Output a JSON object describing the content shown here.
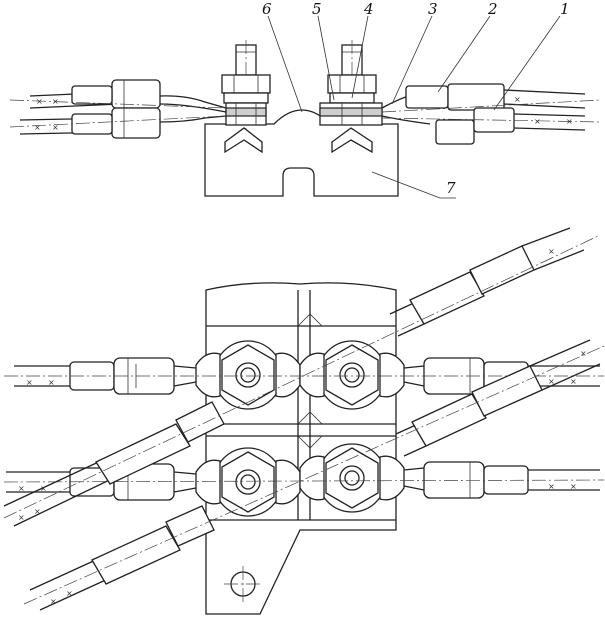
{
  "figure": {
    "callouts": [
      {
        "label": "6"
      },
      {
        "label": "5"
      },
      {
        "label": "4"
      },
      {
        "label": "3"
      },
      {
        "label": "2"
      },
      {
        "label": "1"
      },
      {
        "label": "7"
      }
    ],
    "cable_mark": "×"
  }
}
